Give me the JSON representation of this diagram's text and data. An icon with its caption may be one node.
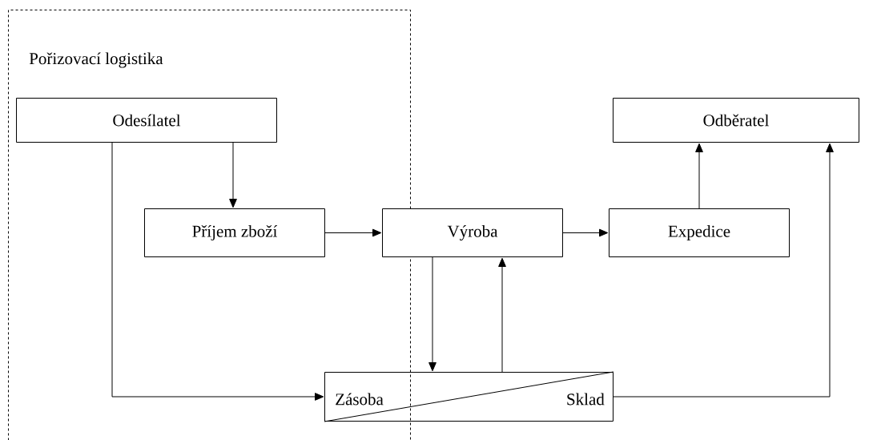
{
  "diagram": {
    "nodes": [
      {
        "text": [
          "Pořizovací logistika"
        ]
      },
      {
        "text": [
          "Odesílatel"
        ],
        "in": 0
      },
      {
        "text": [
          "Odběratel"
        ]
      },
      {
        "text": [
          "Příjem zboží"
        ],
        "in": 0
      },
      {
        "text": [
          "Výroba"
        ]
      },
      {
        "text": [
          "Expedice"
        ]
      },
      {
        "text": [
          "Zásoba",
          "Sklad"
        ]
      }
    ],
    "edges": [
      {
        "from": 1,
        "to": 3,
        "arrow": "to"
      },
      {
        "from": 1,
        "to": 6,
        "arrow": "to"
      },
      {
        "from": 3,
        "to": 4,
        "arrow": "to"
      },
      {
        "from": 4,
        "to": 5,
        "arrow": "to"
      },
      {
        "from": 5,
        "to": 2,
        "arrow": "to"
      },
      {
        "from": 4,
        "to": 6,
        "arrow": "to"
      },
      {
        "from": 6,
        "to": 4,
        "arrow": "to"
      },
      {
        "from": 6,
        "to": 2,
        "arrow": "to"
      }
    ]
  }
}
